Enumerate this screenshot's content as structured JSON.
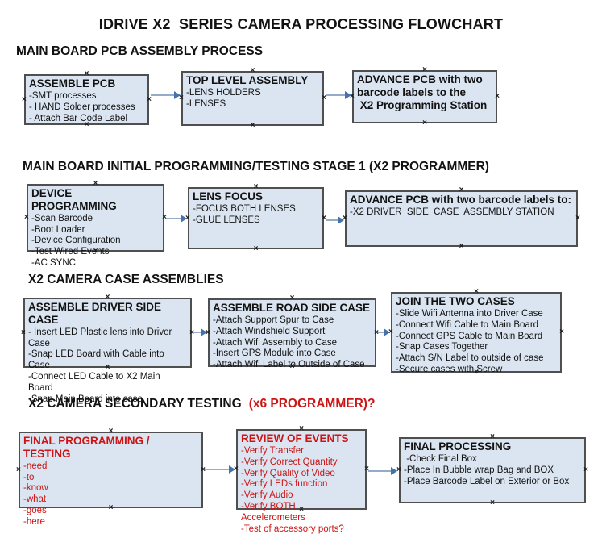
{
  "page_title": "IDRIVE X2  SERIES CAMERA PROCESSING FLOWCHART",
  "colors": {
    "text": "#121212",
    "red": "#cc1414",
    "box_fill": "#dbe5f1",
    "box_border": "#4f4f4f",
    "connector_line": "#96abc8",
    "connector_head": "#4472ab",
    "handle": "#1a1a1a"
  },
  "sections": [
    {
      "heading": "MAIN BOARD PCB ASSEMBLY PROCESS",
      "boxes": [
        {
          "title": "ASSEMBLE PCB",
          "items": [
            "-SMT processes",
            "- HAND Solder processes",
            "- Attach Bar Code Label"
          ]
        },
        {
          "title": "TOP LEVEL ASSEMBLY",
          "items": [
            "-LENS HOLDERS",
            "-LENSES"
          ]
        },
        {
          "title": "ADVANCE PCB with two barcode labels to the\n X2 Programming Station",
          "items": []
        }
      ]
    },
    {
      "heading": "MAIN BOARD INITIAL PROGRAMMING/TESTING STAGE 1 (X2 PROGRAMMER)",
      "boxes": [
        {
          "title": "DEVICE PROGRAMMING",
          "items": [
            "-Scan Barcode",
            "-Boot Loader",
            "-Device Configuration",
            "-Test Wired Events",
            "-AC SYNC"
          ]
        },
        {
          "title": "LENS FOCUS",
          "items": [
            "-FOCUS BOTH LENSES",
            "-GLUE LENSES"
          ]
        },
        {
          "title": "ADVANCE PCB with two barcode labels to:",
          "items": [
            "-X2 DRIVER  SIDE  CASE  ASSEMBLY STATION"
          ]
        }
      ]
    },
    {
      "heading": "X2 CAMERA CASE ASSEMBLIES",
      "boxes": [
        {
          "title": "ASSEMBLE DRIVER SIDE CASE",
          "items": [
            "- Insert LED Plastic lens into Driver Case",
            "-Snap LED Board with Cable into Case",
            "-Connect LED Cable to X2 Main Board",
            "-Snap Main Board into case"
          ]
        },
        {
          "title": "ASSEMBLE ROAD SIDE CASE",
          "items": [
            "-Attach Support Spur to Case",
            "-Attach Windshield Support",
            "-Attach Wifi Assembly to Case",
            "-Insert GPS Module into Case",
            "-Attach Wifi Label to Outside of Case"
          ]
        },
        {
          "title": "JOIN THE TWO CASES",
          "items": [
            "-Slide Wifi Antenna into Driver Case",
            "-Connect Wifi Cable to Main Board",
            "-Connect GPS Cable to Main Board",
            "-Snap Cases Together",
            "-Attach S/N Label to outside of case",
            "-Secure cases with Screw"
          ]
        }
      ]
    },
    {
      "heading": "X2 CAMERA SECONDARY TESTING",
      "heading_note": "(x6 PROGRAMMER)?",
      "boxes": [
        {
          "title": "FINAL PROGRAMMING / TESTING",
          "items": [
            "-need",
            "-to",
            "-know",
            "-what",
            "-goes",
            "-here"
          ]
        },
        {
          "title": "REVIEW OF EVENTS",
          "items": [
            "-Verify Transfer",
            "-Verify Correct Quantity",
            "-Verify Quality of Video",
            "-Verify LEDs function",
            "-Verify Audio",
            "-Verify BOTH Accelerometers",
            "-Test of accessory ports?"
          ]
        },
        {
          "title": "FINAL PROCESSING",
          "items": [
            " -Check Final Box",
            "-Place In Bubble wrap Bag and BOX",
            "-Place Barcode Label on Exterior or Box"
          ]
        }
      ]
    }
  ]
}
